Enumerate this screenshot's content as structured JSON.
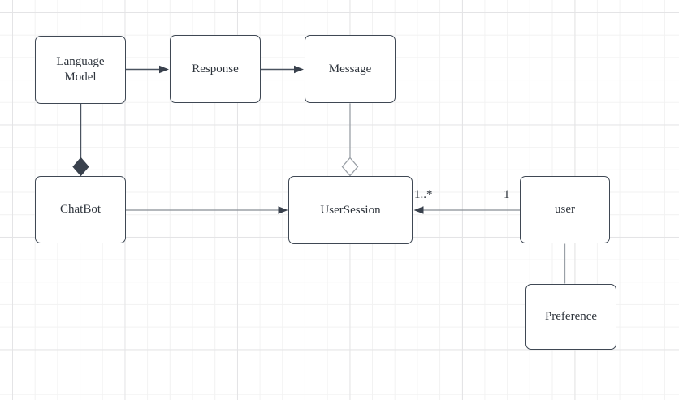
{
  "diagram": {
    "type": "uml-class-diagram",
    "nodes": [
      {
        "id": "language-model",
        "label": "Language Model"
      },
      {
        "id": "response",
        "label": "Response"
      },
      {
        "id": "message",
        "label": "Message"
      },
      {
        "id": "chatbot",
        "label": "ChatBot"
      },
      {
        "id": "usersession",
        "label": "UserSession"
      },
      {
        "id": "user",
        "label": "user"
      },
      {
        "id": "preference",
        "label": "Preference"
      }
    ],
    "edges": [
      {
        "from": "Language Model",
        "to": "Response",
        "type": "directed-arrow"
      },
      {
        "from": "Response",
        "to": "Message",
        "type": "directed-arrow"
      },
      {
        "from": "Language Model",
        "to": "ChatBot",
        "type": "composition",
        "marker": "filled-diamond"
      },
      {
        "from": "Message",
        "to": "UserSession",
        "type": "aggregation",
        "marker": "hollow-diamond"
      },
      {
        "from": "ChatBot",
        "to": "UserSession",
        "type": "directed-arrow"
      },
      {
        "from": "user",
        "to": "UserSession",
        "type": "directed-arrow",
        "source_multiplicity": "1",
        "target_multiplicity": "1..*"
      },
      {
        "from": "user",
        "to": "Preference",
        "type": "plain-line"
      }
    ],
    "colors": {
      "node_border": "#3f4854",
      "node_fill": "#ffffff",
      "text": "#2e343c",
      "edge_dark": "#4a5360",
      "edge_mid": "#868d95",
      "edge_gray": "#9aa0a7",
      "marker_fill": "#39414d",
      "grid_minor": "#f2f2f2",
      "grid_major": "#e4e4e6",
      "canvas_background": "#ffffff"
    }
  }
}
